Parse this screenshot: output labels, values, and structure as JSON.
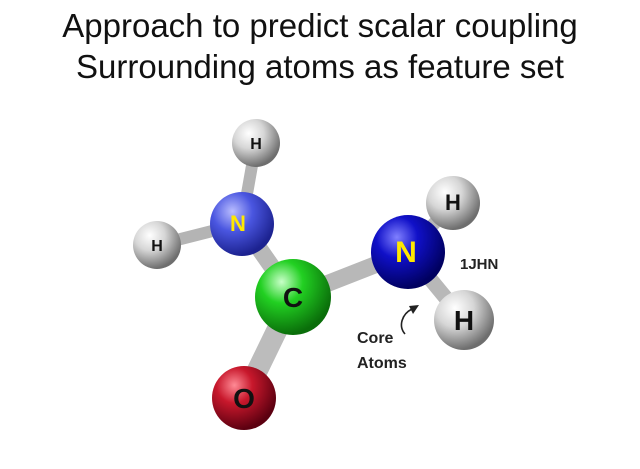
{
  "title": {
    "line1": "Approach to predict scalar coupling",
    "line2": "Surrounding atoms as feature set"
  },
  "atoms": {
    "h_top": "H",
    "h_left": "H",
    "n_left": "N",
    "carbon": "C",
    "oxygen": "O",
    "n_right": "N",
    "h_right_top": "H",
    "h_right_bottom": "H"
  },
  "annotations": {
    "coupling_type": "1JHN",
    "core_line1": "Core",
    "core_line2": "Atoms"
  },
  "colors": {
    "nitrogen_left": "#4a56e0",
    "nitrogen_right": "#1010c8",
    "carbon": "#22d022",
    "oxygen": "#c8182c",
    "hydrogen": "#c8c8c8",
    "nitrogen_label": "#ffe800"
  }
}
